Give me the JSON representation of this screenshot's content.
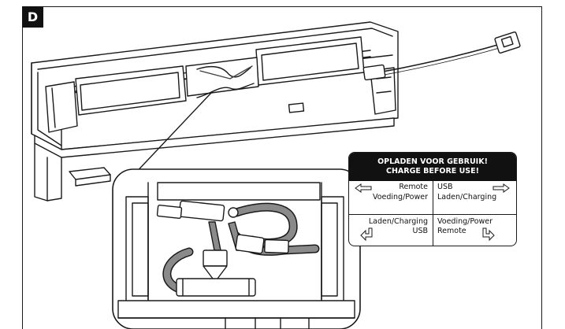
{
  "step": {
    "letter": "D"
  },
  "label": {
    "heading_line1": "OPLADEN VOOR GEBRUIK!",
    "heading_line2": "CHARGE BEFORE USE!",
    "cells": [
      {
        "line1": "Remote",
        "line2": "Voeding/Power",
        "arrow": "arrow-left-icon"
      },
      {
        "line1": "USB",
        "line2": "Laden/Charging",
        "arrow": "arrow-right-icon"
      },
      {
        "line1": "Laden/Charging",
        "line2": "USB",
        "arrow": "arrow-down-left-icon"
      },
      {
        "line1": "Voeding/Power",
        "line2": "Remote",
        "arrow": "arrow-down-right-icon"
      }
    ]
  },
  "colors": {
    "ink": "#1a1a1a",
    "cable_gray": "#8a8a8a",
    "badge": "#111111"
  }
}
